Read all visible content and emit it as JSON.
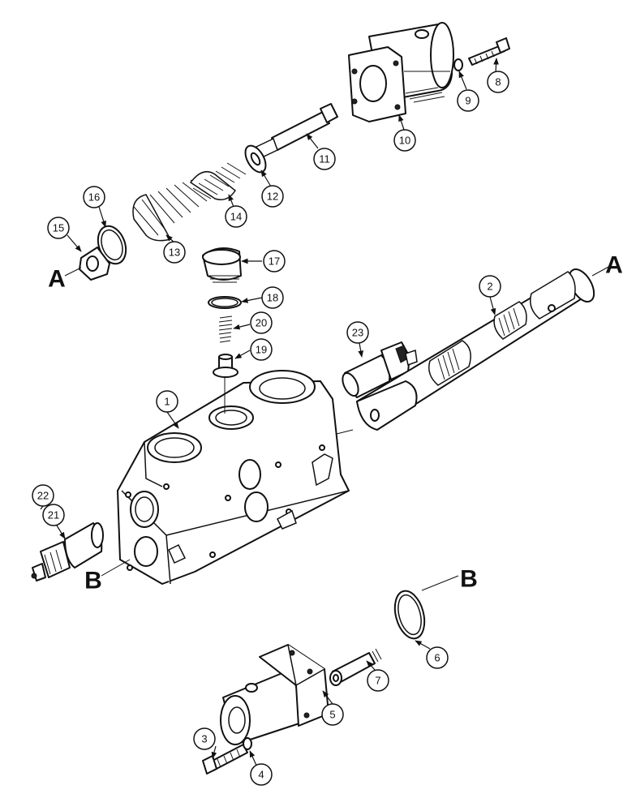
{
  "callouts": [
    "1",
    "2",
    "3",
    "4",
    "5",
    "6",
    "7",
    "8",
    "9",
    "10",
    "11",
    "12",
    "13",
    "14",
    "15",
    "16",
    "17",
    "18",
    "19",
    "20",
    "21",
    "22",
    "23"
  ],
  "reference_letters": {
    "a_left": "A",
    "a_right": "A",
    "b_left": "B",
    "b_right": "B"
  }
}
